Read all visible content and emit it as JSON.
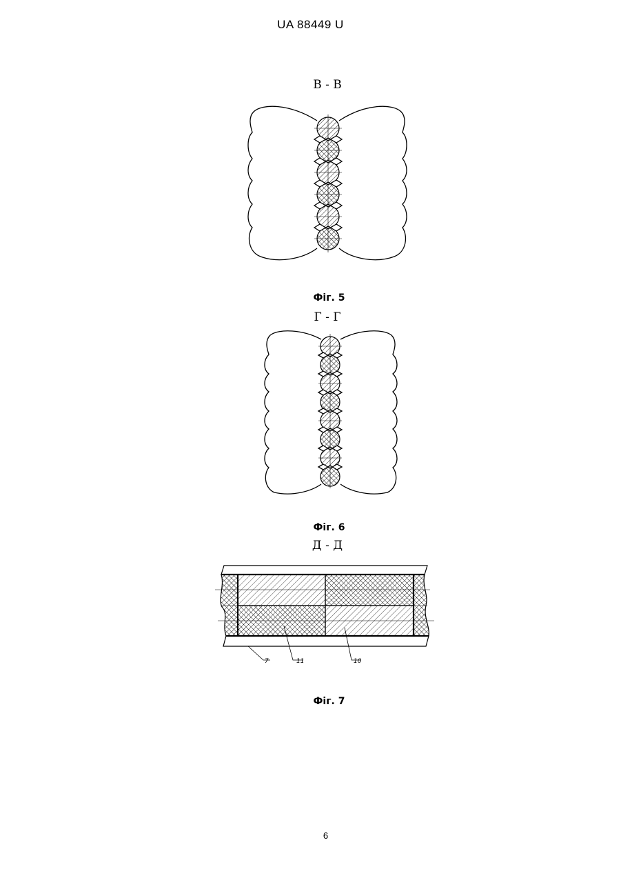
{
  "header": {
    "doc_id": "UA   88449   U"
  },
  "figures": [
    {
      "section": "В - В",
      "caption": "Фіг. 5"
    },
    {
      "section": "Г - Г",
      "caption": "Фіг. 6"
    },
    {
      "section": "Д - Д",
      "caption": "Фіг. 7",
      "leaders": [
        "7",
        "11",
        "10"
      ]
    }
  ],
  "page_number": "6"
}
